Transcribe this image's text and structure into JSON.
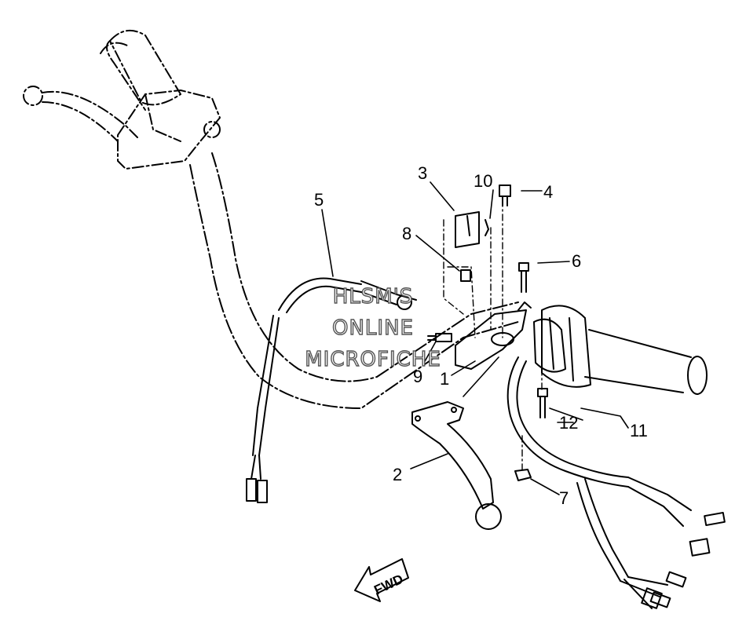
{
  "callouts": [
    {
      "id": "1",
      "label": "1"
    },
    {
      "id": "2",
      "label": "2"
    },
    {
      "id": "3",
      "label": "3"
    },
    {
      "id": "4",
      "label": "4"
    },
    {
      "id": "5",
      "label": "5"
    },
    {
      "id": "6",
      "label": "6"
    },
    {
      "id": "7",
      "label": "7"
    },
    {
      "id": "8",
      "label": "8"
    },
    {
      "id": "9",
      "label": "9"
    },
    {
      "id": "10",
      "label": "10"
    },
    {
      "id": "11",
      "label": "11"
    },
    {
      "id": "12",
      "label": "12"
    }
  ],
  "direction_marker": {
    "label": "FWD"
  },
  "watermark": {
    "line1": "HLSM'S",
    "line2": "ONLINE",
    "line3": "MICROFICHE"
  },
  "colors": {
    "ink": "#000000",
    "paper": "#ffffff",
    "watermark_outline": "#555555"
  }
}
